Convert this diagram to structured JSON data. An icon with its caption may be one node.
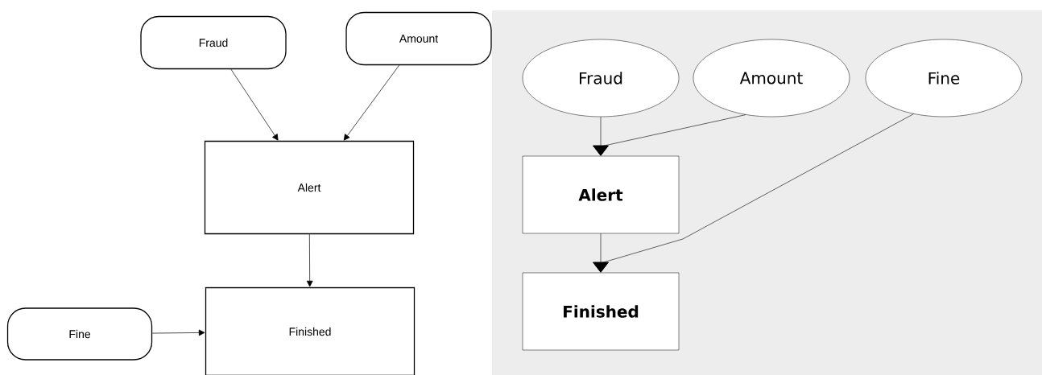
{
  "diagram": {
    "nodes": [
      {
        "text": [
          "Fraud"
        ]
      },
      {
        "text": [
          "Amount"
        ]
      },
      {
        "text": [
          "Alert"
        ]
      },
      {
        "text": [
          "Fine"
        ]
      },
      {
        "text": [
          "Finished"
        ]
      },
      {
        "text": [
          "Fraud"
        ]
      },
      {
        "text": [
          "Amount"
        ]
      },
      {
        "text": [
          "Fine"
        ]
      },
      {
        "text": [
          "Alert"
        ]
      },
      {
        "text": [
          "Finished"
        ]
      }
    ],
    "edges": [
      {
        "from": 0,
        "to": 2,
        "arrow": "to"
      },
      {
        "from": 1,
        "to": 2,
        "arrow": "to"
      },
      {
        "from": 2,
        "to": 4,
        "arrow": "to"
      },
      {
        "from": 3,
        "to": 4,
        "arrow": "to"
      },
      {
        "from": 5,
        "to": 8,
        "arrow": "to"
      },
      {
        "from": 6,
        "to": 8,
        "arrow": "to"
      },
      {
        "from": 8,
        "to": 9,
        "arrow": "to"
      },
      {
        "from": 7,
        "to": 9,
        "arrow": "to"
      }
    ]
  }
}
